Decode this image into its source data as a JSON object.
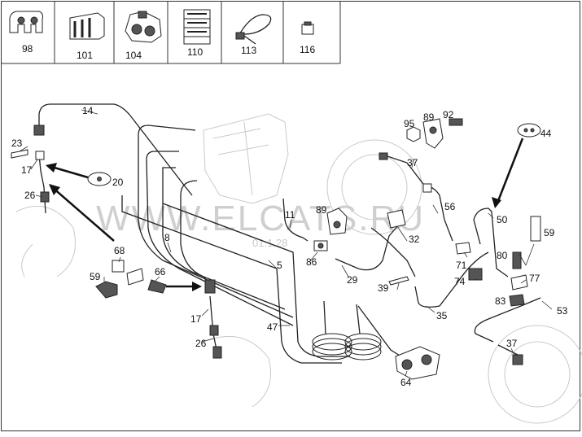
{
  "header": {
    "parts": [
      {
        "number": "98",
        "icon": "clamp-block-icon"
      },
      {
        "number": "101",
        "icon": "triple-clip-icon"
      },
      {
        "number": "104",
        "icon": "pipe-holder-icon"
      },
      {
        "number": "110",
        "icon": "stacked-clip-icon"
      },
      {
        "number": "113",
        "icon": "cable-tie-icon"
      },
      {
        "number": "116",
        "icon": "small-clip-icon"
      }
    ]
  },
  "watermark": {
    "text": "WWW.ELCATS.RU",
    "code": "01.1.28"
  },
  "callouts": {
    "n14": "14",
    "n23": "23",
    "n17a": "17",
    "n20": "20",
    "n26a": "26",
    "n8": "8",
    "n68": "68",
    "n59a": "59",
    "n66": "66",
    "n17b": "17",
    "n26b": "26",
    "n5": "5",
    "n47": "47",
    "n11": "11",
    "n89a": "89",
    "n86": "86",
    "n29": "29",
    "n32": "32",
    "n39": "39",
    "n35": "35",
    "n64": "64",
    "n95": "95",
    "n89b": "89",
    "n92": "92",
    "n37a": "37",
    "n56": "56",
    "n44": "44",
    "n50": "50",
    "n59b": "59",
    "n80": "80",
    "n71": "71",
    "n74": "74",
    "n77": "77",
    "n83": "83",
    "n53": "53",
    "n37b": "37"
  }
}
